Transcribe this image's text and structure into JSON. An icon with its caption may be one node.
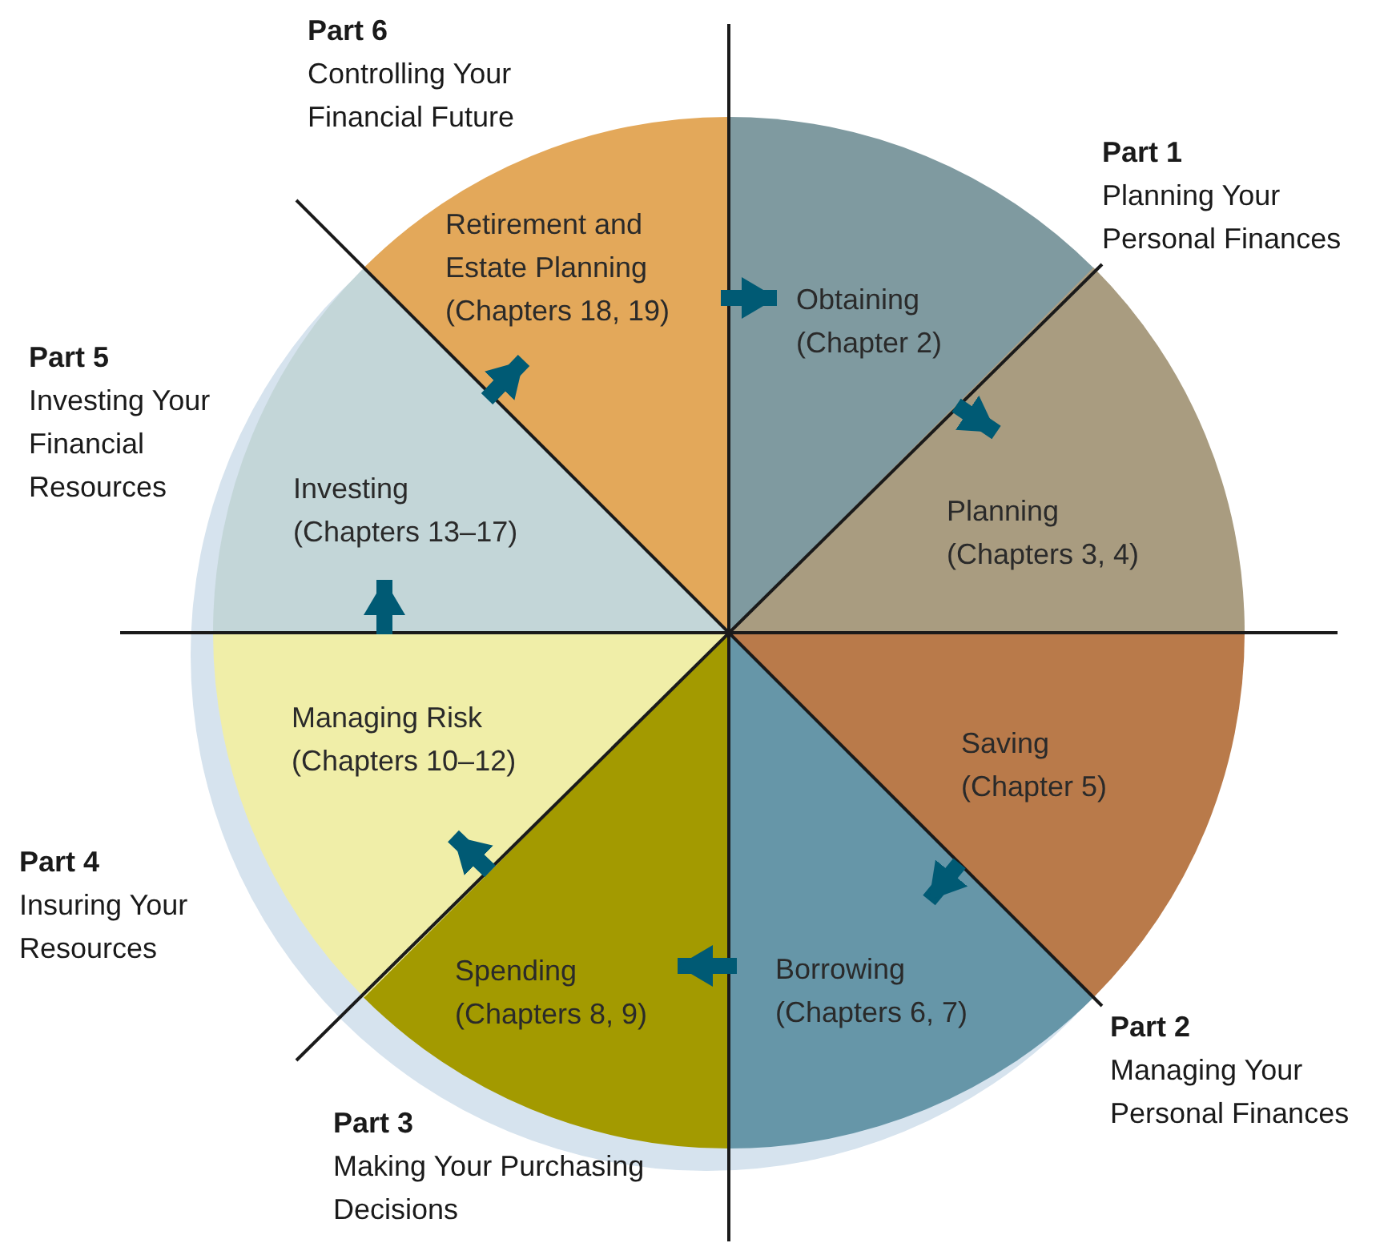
{
  "diagram": {
    "nodes": [
      {
        "text": [
          "Obtaining (Chapter 2)"
        ]
      },
      {
        "text": [
          "Planning (Chapters 3, 4)"
        ]
      },
      {
        "text": [
          "Saving (Chapter 5)"
        ]
      },
      {
        "text": [
          "Borrowing (Chapters 6, 7)"
        ]
      },
      {
        "text": [
          "Spending (Chapters 8, 9)"
        ]
      },
      {
        "text": [
          "Managing Risk (Chapters 10–12)"
        ]
      },
      {
        "text": [
          "Investing (Chapters 13–17)"
        ]
      },
      {
        "text": [
          "Retirement and Estate Planning (Chapters 18, 19)"
        ]
      }
    ],
    "edges": [
      {
        "from": 7,
        "to": 0,
        "arrow": "to"
      },
      {
        "from": 0,
        "to": 1,
        "arrow": "to"
      },
      {
        "from": 2,
        "to": 3,
        "arrow": "to"
      },
      {
        "from": 3,
        "to": 4,
        "arrow": "to"
      },
      {
        "from": 4,
        "to": 5,
        "arrow": "to"
      },
      {
        "from": 5,
        "to": 6,
        "arrow": "to"
      },
      {
        "from": 6,
        "to": 7,
        "arrow": "to"
      }
    ],
    "labels": [
      "Part 6",
      "Controlling Your Financial Future",
      "Part 1",
      "Planning Your Personal Finances",
      "Part 5",
      "Investing Your Financial Resources",
      "Part 4",
      "Insuring Your Resources",
      "Part 2",
      "Managing Your Personal Finances",
      "Part 3",
      "Making Your Purchasing Decisions"
    ]
  }
}
